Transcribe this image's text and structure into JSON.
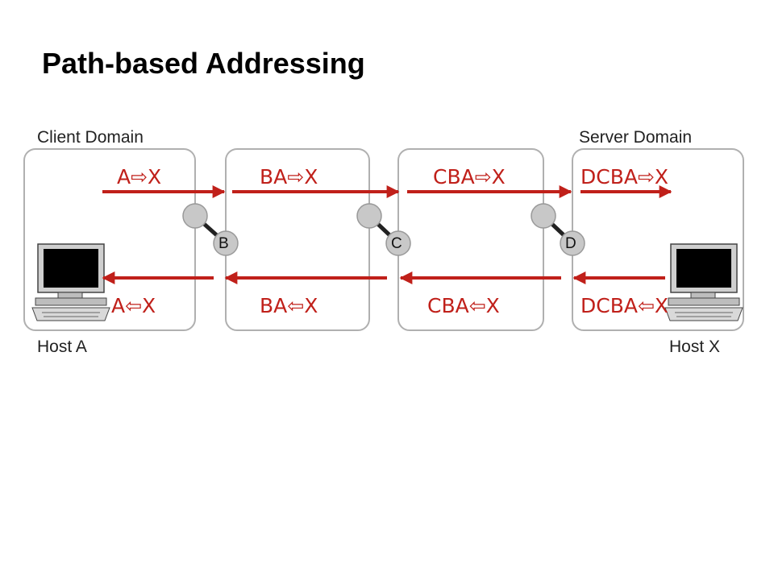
{
  "title": "Path-based Addressing",
  "labels": {
    "client_domain": "Client Domain",
    "server_domain": "Server Domain",
    "host_a": "Host A",
    "host_x": "Host X"
  },
  "nodes": [
    "B",
    "C",
    "D"
  ],
  "forward_routes": [
    "A⇨X",
    "BA⇨X",
    "CBA⇨X",
    "DCBA⇨X"
  ],
  "reverse_routes": [
    "A⇦X",
    "BA⇦X",
    "CBA⇦X",
    "DCBA⇦X"
  ],
  "colors": {
    "arrow": "#c0201a",
    "domain_border": "#b0b0b0",
    "node_fill": "#c8c8c8"
  }
}
